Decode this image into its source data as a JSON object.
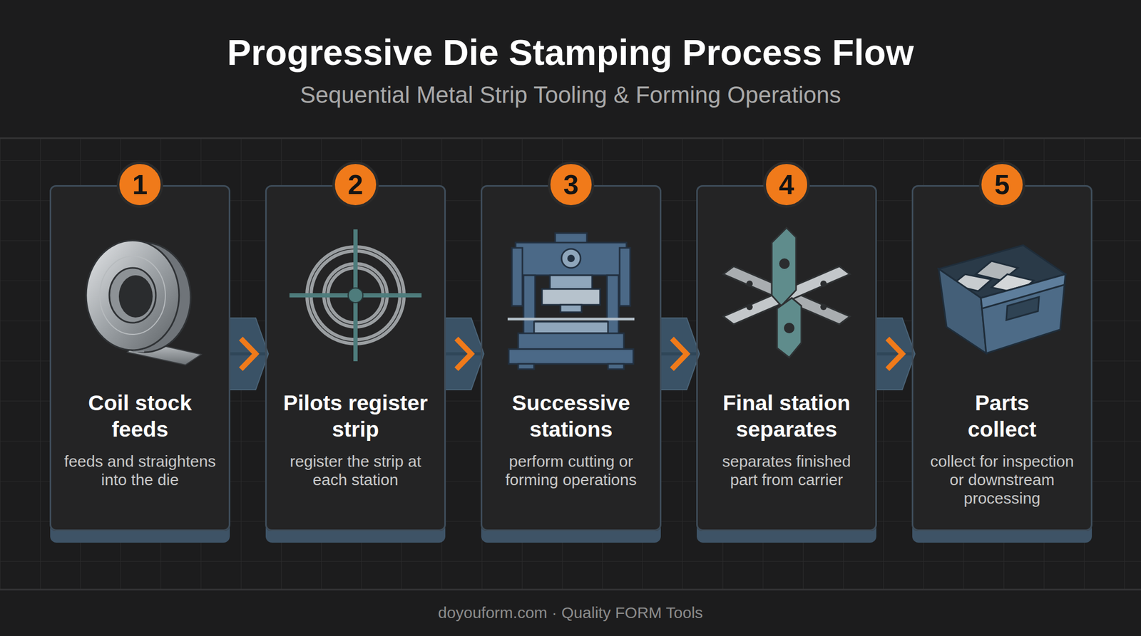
{
  "diagram": {
    "title": "Progressive Die Stamping Process Flow",
    "nodes": [
      {
        "text": [
          "1",
          "Coil stock feeds",
          "feeds and straightens into the die"
        ]
      },
      {
        "text": [
          "2",
          "Pilots register strip",
          "register the strip at each station"
        ]
      },
      {
        "text": [
          "3",
          "Successive stations",
          "perform cutting or forming operations"
        ]
      },
      {
        "text": [
          "4",
          "Final station separates",
          "separates finished part from carrier"
        ]
      },
      {
        "text": [
          "5",
          "Parts collect",
          "collect for inspection or downstream processing"
        ]
      }
    ],
    "edges": [
      {
        "from": 0,
        "to": 1,
        "arrow": "to"
      },
      {
        "from": 1,
        "to": 2,
        "arrow": "to"
      },
      {
        "from": 2,
        "to": 3,
        "arrow": "to"
      },
      {
        "from": 3,
        "to": 4,
        "arrow": "to"
      }
    ],
    "labels": [
      "Sequential Metal Strip Tooling & Forming Operations",
      "doyouform.com · Quality FORM Tools"
    ]
  }
}
